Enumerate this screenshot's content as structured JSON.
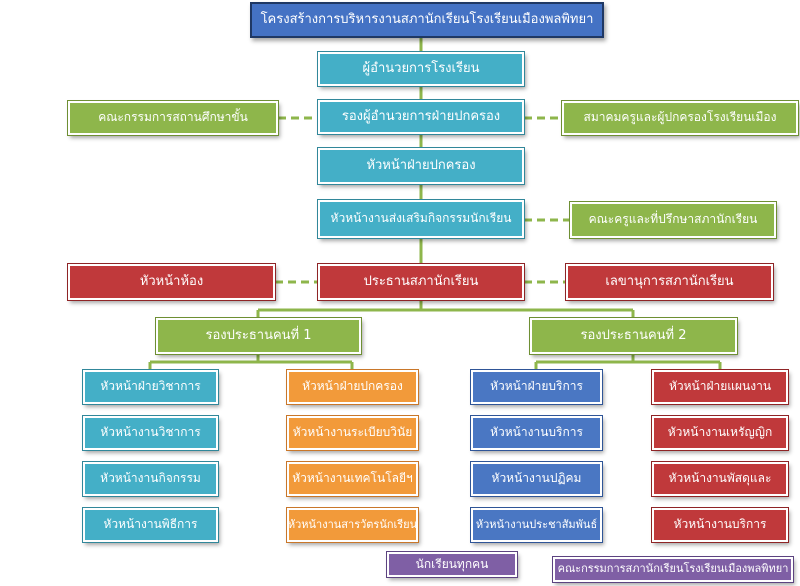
{
  "title": "โครงสร้างการบริหารงานสภานักเรียนโรงเรียนเมืองพลพิทยา",
  "director": "ผู้อำนวยการโรงเรียน",
  "deputy_director": "รองผู้อำนวยการฝ่ายปกครอง",
  "school_committee": "คณะกรรมการสถานศึกษาขั้น",
  "parents_association": "สมาคมครูและผู้ปกครองโรงเรียนเมือง",
  "head_governance": "หัวหน้าฝ่ายปกครอง",
  "head_student_activities": "หัวหน้างานส่งเสริมกิจกรรมนักเรียน",
  "advisor_teachers": "คณะครูและที่ปรึกษาสภานักเรียน",
  "class_head": "หัวหน้าห้อง",
  "council_president": "ประธานสภานักเรียน",
  "council_secretary": "เลขานุการสภานักเรียน",
  "vice_president_1": "รองประธานคนที่ 1",
  "vice_president_2": "รองประธานคนที่ 2",
  "col_academic": [
    "หัวหน้าฝ่ายวิชาการ",
    "หัวหน้างานวิชาการ",
    "หัวหน้างานกิจกรรม",
    "หัวหน้างานพิธีการ"
  ],
  "col_governance": [
    "หัวหน้าฝ่ายปกครอง",
    "หัวหน้างานระเบียบวินัย",
    "หัวหน้างานเทคโนโลยีฯ",
    "หัวหน้างานสารวัตรนักเรียน"
  ],
  "col_service": [
    "หัวหน้าฝ่ายบริการ",
    "หัวหน้างานบริการ",
    "หัวหน้างานปฏิคม",
    "หัวหน้างานประชาสัมพันธ์"
  ],
  "col_planning": [
    "หัวหน้าฝ่ายแผนงาน",
    "หัวหน้างานเหรัญญิก",
    "หัวหน้างานพัสดุและ",
    "หัวหน้างานบริการ"
  ],
  "all_students": "นักเรียนทุกคน",
  "council_committee": "คณะกรรมการสภานักเรียนโรงเรียนเมืองพลพิทยา",
  "colors": {
    "title": "#4472c4",
    "teal": "#44afc7",
    "green": "#8eb64b",
    "red": "#c0393b",
    "orange": "#f29a3a",
    "blue": "#4a77c3",
    "purple": "#7f5fa5",
    "connector": "#8eb64b"
  }
}
